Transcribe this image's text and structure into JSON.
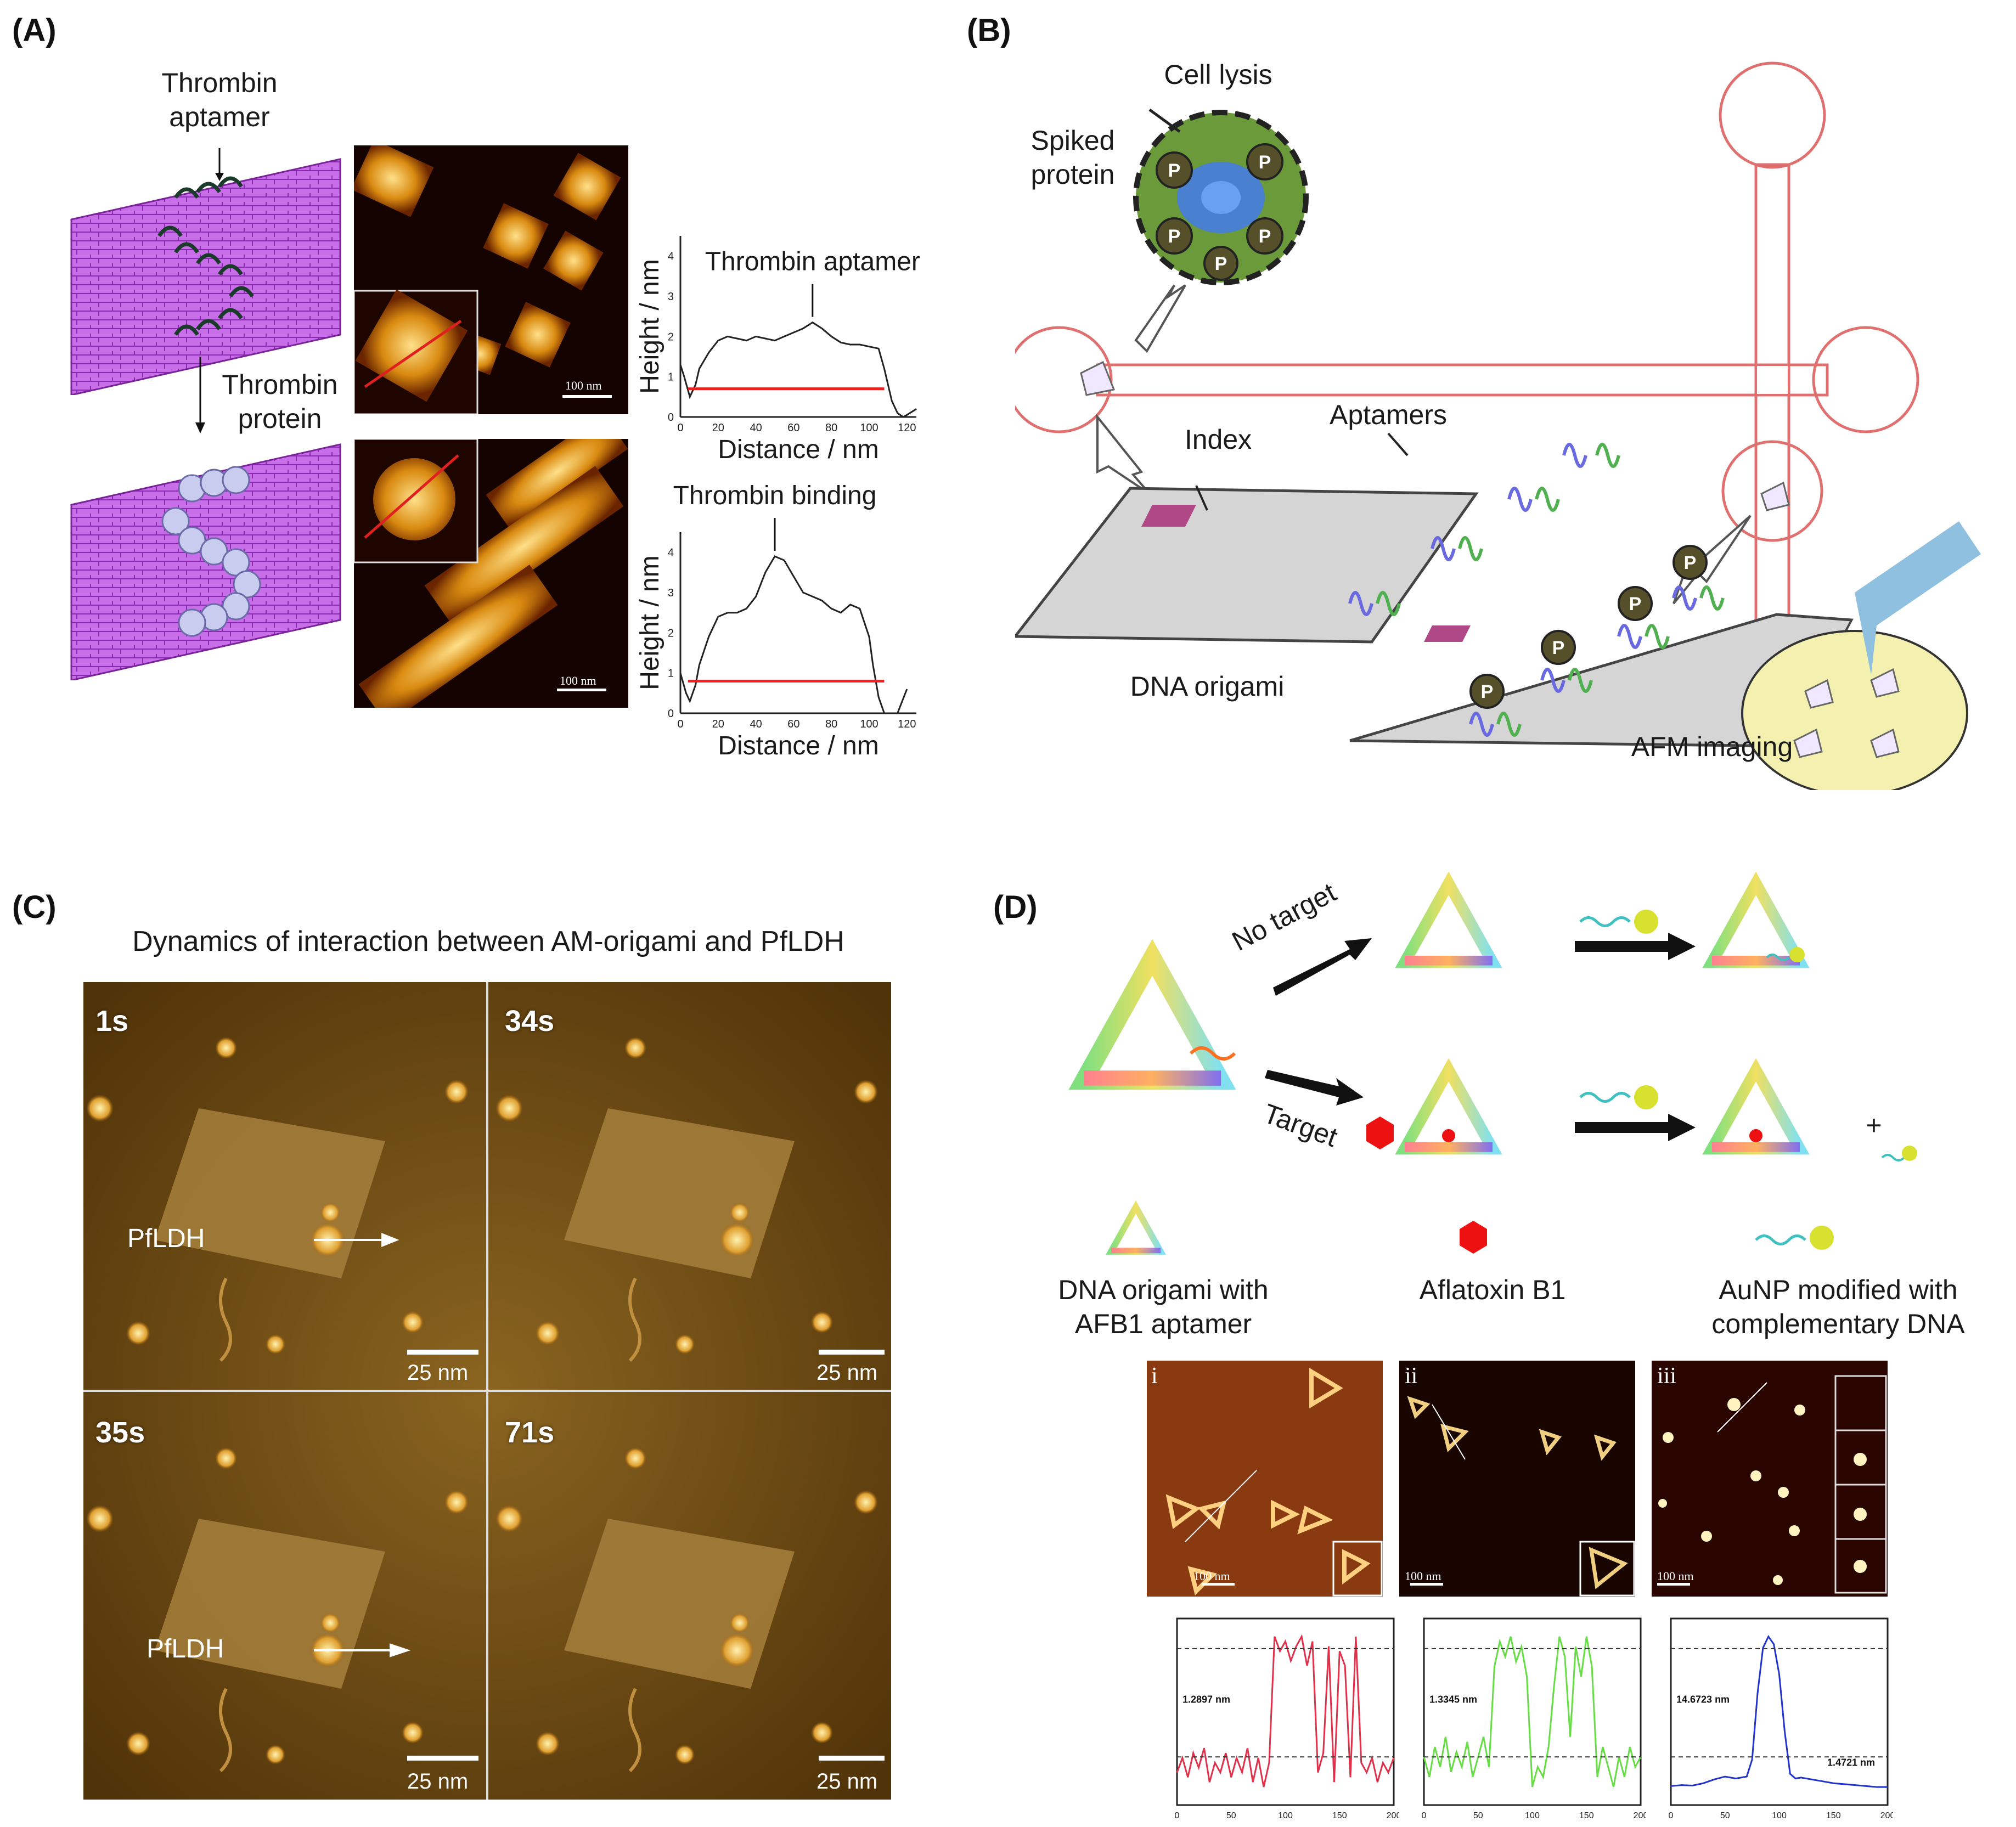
{
  "panels": {
    "A": {
      "letter": "(A)",
      "label_aptamer": "Thrombin aptamer",
      "label_protein": "Thrombin protein",
      "afm_scale_1": "100 nm",
      "afm_scale_2": "100 nm",
      "graph1_annotation": "Thrombin aptamer",
      "graph2_annotation": "Thrombin binding",
      "xlabel": "Distance / nm",
      "ylabel": "Height / nm",
      "x_ticks": [
        "0",
        "20",
        "40",
        "60",
        "80",
        "100",
        "120"
      ],
      "y_ticks": [
        "0",
        "1",
        "2",
        "3",
        "4"
      ]
    },
    "B": {
      "letter": "(B)",
      "cell_lysis": "Cell lysis",
      "spiked_protein": "Spiked protein",
      "index": "Index",
      "aptamers": "Aptamers",
      "dna_origami": "DNA origami",
      "afm_imaging": "AFM imaging",
      "protein_symbol": "P"
    },
    "C": {
      "letter": "(C)",
      "title": "Dynamics of interaction between AM-origami and PfLDH",
      "frames": [
        {
          "time": "1s",
          "scale": "25 nm",
          "pointer": "PfLDH"
        },
        {
          "time": "34s",
          "scale": "25 nm",
          "pointer": ""
        },
        {
          "time": "35s",
          "scale": "25 nm",
          "pointer": "PfLDH"
        },
        {
          "time": "71s",
          "scale": "25 nm",
          "pointer": ""
        }
      ]
    },
    "D": {
      "letter": "(D)",
      "no_target": "No target",
      "target": "Target",
      "plus": "+",
      "legend_origami": "DNA origami with AFB1 aptamer",
      "legend_aflatoxin": "Aflatoxin B1",
      "legend_aunp": "AuNP modified with complementary DNA",
      "afm_labels": [
        "i",
        "ii",
        "iii"
      ],
      "afm_scales": [
        "100 nm",
        "100 nm",
        "100 nm"
      ],
      "profile_values": [
        "1.2897 nm",
        "1.3345 nm",
        "14.6723 nm",
        "1.4721 nm"
      ],
      "profile_x_ticks": [
        "0",
        "50",
        "100",
        "150",
        "200"
      ],
      "colors": {
        "profile_1": "#e0304a",
        "profile_2": "#66dd44",
        "profile_3": "#2233cc"
      }
    }
  },
  "chart_data": [
    {
      "type": "line",
      "title": "",
      "xlabel": "Distance / nm",
      "ylabel": "Height / nm",
      "xlim": [
        0,
        125
      ],
      "ylim": [
        0,
        4.5
      ],
      "annotation": "Thrombin aptamer",
      "series": [
        {
          "x": [
            0,
            2,
            5,
            8,
            10,
            15,
            20,
            25,
            30,
            35,
            40,
            45,
            50,
            55,
            60,
            65,
            70,
            75,
            80,
            85,
            90,
            95,
            100,
            105,
            108,
            110,
            112,
            115,
            118,
            120,
            125
          ],
          "y": [
            1.3,
            1.0,
            0.5,
            0.8,
            1.2,
            1.6,
            1.9,
            2.0,
            1.95,
            1.9,
            2.0,
            1.95,
            1.9,
            2.0,
            2.1,
            2.2,
            2.35,
            2.2,
            2.0,
            1.85,
            1.8,
            1.8,
            1.75,
            1.7,
            1.2,
            0.8,
            0.4,
            0.1,
            0.0,
            0.05,
            0.2
          ]
        }
      ],
      "reference_level": 0.7
    },
    {
      "type": "line",
      "title": "",
      "xlabel": "Distance / nm",
      "ylabel": "Height / nm",
      "xlim": [
        0,
        125
      ],
      "ylim": [
        0,
        4.5
      ],
      "annotation": "Thrombin binding",
      "series": [
        {
          "x": [
            0,
            3,
            5,
            8,
            10,
            15,
            20,
            25,
            30,
            35,
            40,
            45,
            50,
            55,
            60,
            65,
            70,
            75,
            80,
            85,
            90,
            95,
            100,
            102,
            105,
            108,
            110,
            115,
            120
          ],
          "y": [
            1.0,
            0.5,
            0.3,
            0.7,
            1.2,
            1.9,
            2.4,
            2.5,
            2.5,
            2.6,
            2.9,
            3.5,
            3.9,
            3.8,
            3.4,
            3.0,
            2.9,
            2.8,
            2.6,
            2.5,
            2.7,
            2.6,
            1.9,
            1.2,
            0.4,
            0.0,
            0.0,
            0.0,
            0.6
          ]
        }
      ],
      "reference_level": 0.8
    },
    {
      "type": "line",
      "title": "",
      "xlim": [
        0,
        200
      ],
      "annotation": "1.2897 nm",
      "series": [
        {
          "x": [
            0,
            5,
            10,
            15,
            20,
            25,
            30,
            35,
            40,
            45,
            50,
            55,
            60,
            65,
            70,
            75,
            80,
            85,
            90,
            95,
            100,
            105,
            110,
            115,
            120,
            125,
            130,
            135,
            140,
            145,
            150,
            155,
            160,
            165,
            170,
            175,
            180,
            185,
            190,
            195,
            200
          ],
          "y": [
            0.2,
            0.35,
            0.15,
            0.4,
            0.25,
            0.45,
            0.1,
            0.3,
            0.2,
            0.4,
            0.15,
            0.35,
            0.2,
            0.45,
            0.1,
            0.35,
            0.05,
            0.3,
            1.6,
            1.45,
            1.55,
            1.35,
            1.5,
            1.6,
            1.3,
            1.55,
            0.2,
            0.4,
            1.5,
            0.1,
            1.45,
            1.3,
            0.15,
            1.6,
            0.3,
            0.2,
            0.35,
            0.1,
            0.3,
            0.2,
            0.35
          ]
        }
      ]
    },
    {
      "type": "line",
      "title": "",
      "xlim": [
        0,
        200
      ],
      "annotation": "1.3345 nm",
      "series": [
        {
          "x": [
            0,
            5,
            10,
            15,
            20,
            25,
            30,
            35,
            40,
            45,
            50,
            55,
            60,
            65,
            70,
            75,
            80,
            85,
            90,
            95,
            100,
            105,
            110,
            115,
            120,
            125,
            130,
            135,
            140,
            145,
            150,
            155,
            160,
            165,
            170,
            175,
            180,
            185,
            190,
            195,
            200
          ],
          "y": [
            0.4,
            0.2,
            0.5,
            0.3,
            0.6,
            0.25,
            0.45,
            0.3,
            0.55,
            0.2,
            0.4,
            0.6,
            0.3,
            1.3,
            1.55,
            1.4,
            1.6,
            1.35,
            1.5,
            1.2,
            0.1,
            0.3,
            0.2,
            0.5,
            1.1,
            1.6,
            1.4,
            0.6,
            1.5,
            1.2,
            1.6,
            1.3,
            0.2,
            0.5,
            0.3,
            0.1,
            0.4,
            0.2,
            0.5,
            0.3,
            0.4
          ]
        }
      ]
    },
    {
      "type": "line",
      "title": "",
      "xlim": [
        0,
        200
      ],
      "annotation": "14.6723 nm",
      "series": [
        {
          "x": [
            0,
            10,
            20,
            30,
            40,
            50,
            60,
            70,
            75,
            80,
            85,
            90,
            95,
            100,
            105,
            110,
            115,
            120,
            130,
            140,
            150,
            160,
            170,
            180,
            190,
            200
          ],
          "y": [
            0.2,
            0.3,
            0.25,
            0.5,
            0.9,
            1.2,
            1.0,
            1.2,
            3.0,
            10.0,
            14.8,
            16.0,
            15.2,
            12.0,
            6.0,
            1.5,
            1.0,
            1.1,
            0.9,
            0.7,
            0.5,
            0.4,
            0.3,
            0.2,
            0.1,
            0.1
          ]
        }
      ]
    }
  ]
}
